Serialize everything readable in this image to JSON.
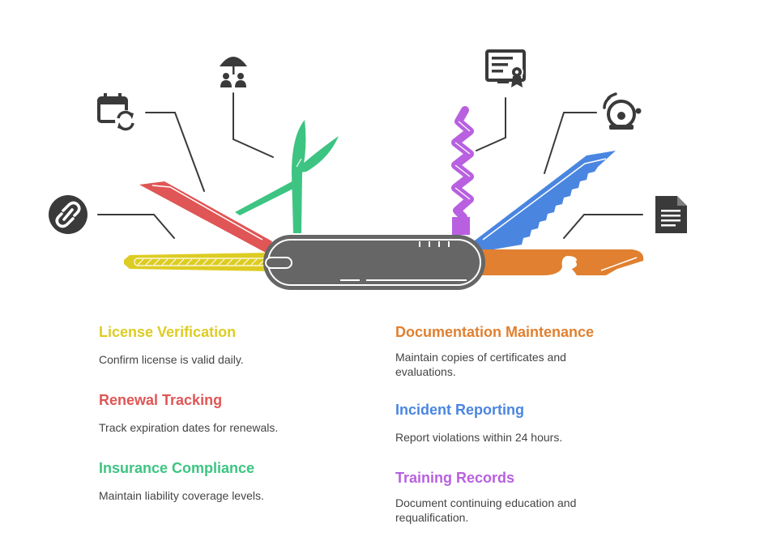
{
  "colors": {
    "license": "#DDCC22",
    "renewal": "#E05555",
    "insurance": "#3DC482",
    "documentation": "#E08030",
    "incident": "#4A86E0",
    "training": "#B860E0",
    "handle": "#666666",
    "icon": "#3a3a3a",
    "line": "#3a3a3a",
    "text": "#444444"
  },
  "icons": {
    "license": "link-chain-circle-icon",
    "renewal": "calendar-refresh-icon",
    "insurance": "umbrella-people-icon",
    "training": "monitor-certificate-icon",
    "incident": "alarm-bell-icon",
    "documentation": "document-icon"
  },
  "items": {
    "license": {
      "title": "License Verification",
      "desc": "Confirm license is valid daily."
    },
    "renewal": {
      "title": "Renewal Tracking",
      "desc": "Track expiration dates for renewals."
    },
    "insurance": {
      "title": "Insurance Compliance",
      "desc": "Maintain liability coverage levels."
    },
    "documentation": {
      "title": "Documentation Maintenance",
      "desc": "Maintain copies of certificates and evaluations."
    },
    "incident": {
      "title": "Incident Reporting",
      "desc": "Report violations within 24 hours."
    },
    "training": {
      "title": "Training Records",
      "desc": "Document continuing education and requalification."
    }
  }
}
